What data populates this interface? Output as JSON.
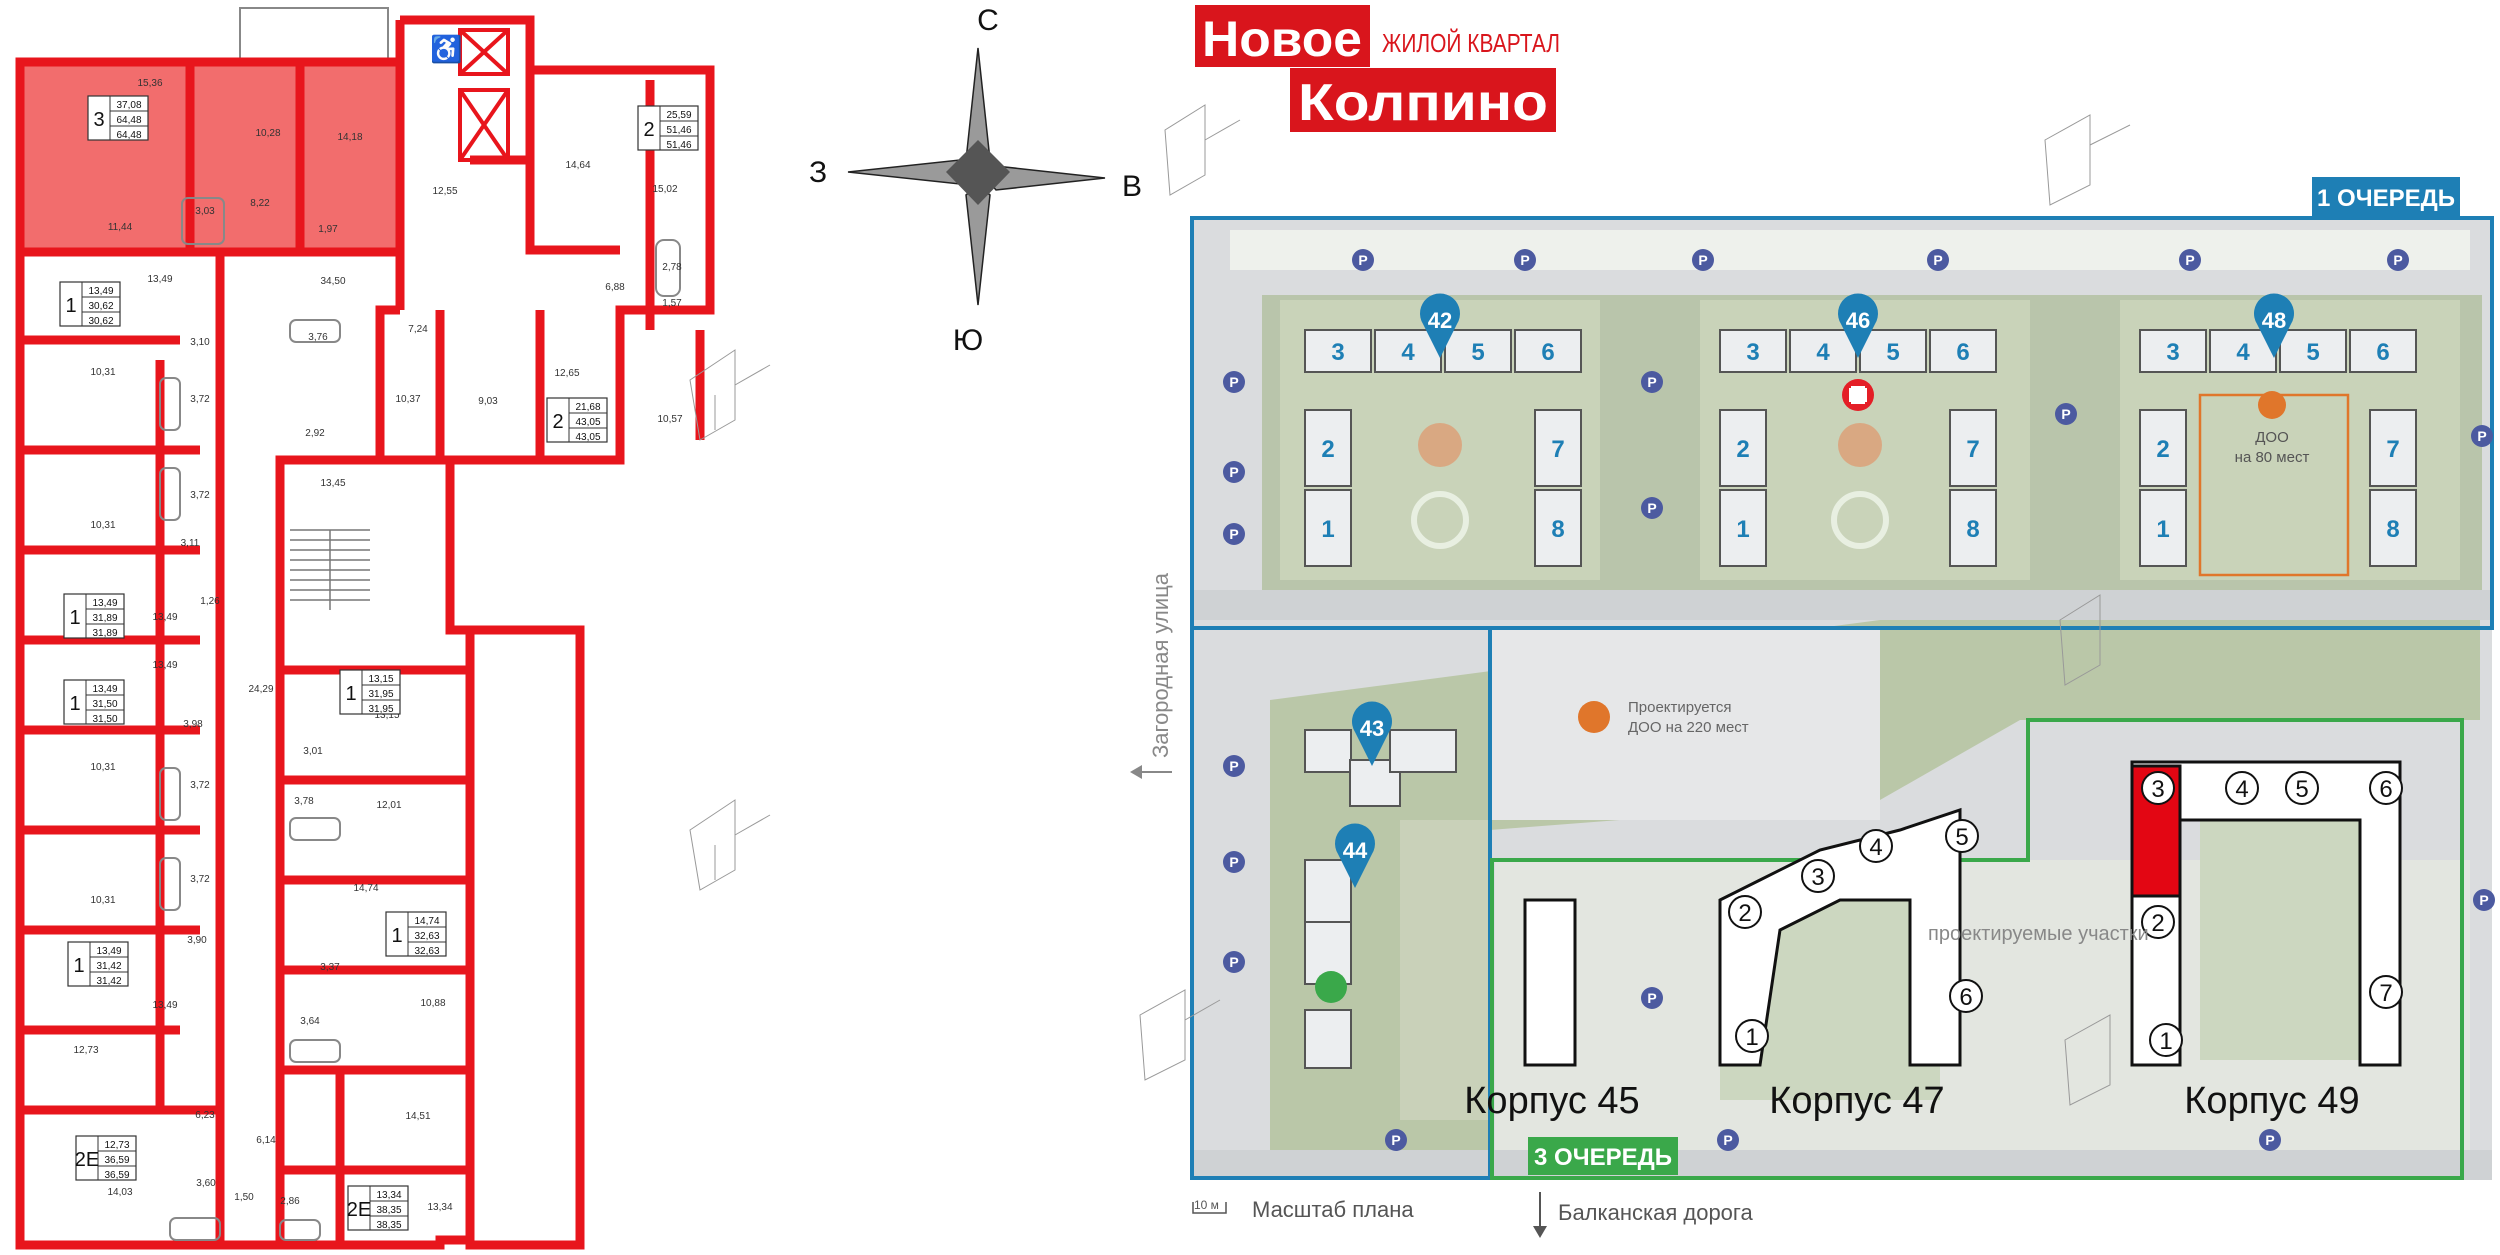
{
  "brand": {
    "line1": "Новое",
    "line2": "Колпино",
    "tagline": "ЖИЛОЙ КВАРТАЛ",
    "color": "#d9151c"
  },
  "compass": {
    "n": "С",
    "s": "Ю",
    "w": "З",
    "e": "В"
  },
  "floorplan": {
    "wall_color": "#e8151c",
    "highlight_color": "#f26d6d",
    "areas": {
      "hl_a": "15,36",
      "hl_b": "10,28",
      "hl_c": "14,18",
      "hl_d": "11,44",
      "hl_e": "3,03",
      "hl_f": "8,22",
      "hl_g": "1,97",
      "r1": "12,55",
      "r2": "14,64",
      "r3": "15,02",
      "r4": "2,78",
      "r5": "1,57",
      "r6": "6,88",
      "r7": "13,49",
      "r8": "34,50",
      "r9": "3,10",
      "r10": "3,76",
      "r11": "7,24",
      "r12": "12,65",
      "r13": "10,31",
      "r14": "3,72",
      "r15": "10,37",
      "r16": "9,03",
      "r17": "10,57",
      "r18": "2,92",
      "r19": "10,31",
      "r20": "3,72",
      "r21": "13,45",
      "r22": "3,11",
      "r23": "1,26",
      "r24": "13,49",
      "r25": "13,49",
      "r26": "24,29",
      "r27": "13,15",
      "r28": "3,98",
      "r29": "10,31",
      "r30": "3,01",
      "r31": "3,72",
      "r32": "3,78",
      "r33": "12,01",
      "r34": "10,31",
      "r35": "3,72",
      "r36": "14,74",
      "r37": "3,90",
      "r38": "13,49",
      "r39": "3,37",
      "r40": "10,88",
      "r41": "12,73",
      "r42": "3,64",
      "r43": "6,23",
      "r44": "6,14",
      "r45": "14,51",
      "r46": "14,03",
      "r47": "3,60",
      "r48": "1,50",
      "r49": "2,86",
      "r50": "13,34"
    },
    "apartments": [
      {
        "rooms": "3",
        "a": "37,08",
        "b": "64,48",
        "c": "64,48"
      },
      {
        "rooms": "2",
        "a": "25,59",
        "b": "51,46",
        "c": "51,46"
      },
      {
        "rooms": "1",
        "a": "13,49",
        "b": "30,62",
        "c": "30,62"
      },
      {
        "rooms": "2",
        "a": "21,68",
        "b": "43,05",
        "c": "43,05"
      },
      {
        "rooms": "1",
        "a": "13,49",
        "b": "31,89",
        "c": "31,89"
      },
      {
        "rooms": "1",
        "a": "13,49",
        "b": "31,50",
        "c": "31,50"
      },
      {
        "rooms": "1",
        "a": "13,15",
        "b": "31,95",
        "c": "31,95"
      },
      {
        "rooms": "1",
        "a": "14,74",
        "b": "32,63",
        "c": "32,63"
      },
      {
        "rooms": "1",
        "a": "13,49",
        "b": "31,42",
        "c": "31,42"
      },
      {
        "rooms": "2Е",
        "a": "12,73",
        "b": "36,59",
        "c": "36,59"
      },
      {
        "rooms": "2Е",
        "a": "13,34",
        "b": "38,35",
        "c": "38,35"
      }
    ]
  },
  "siteplan": {
    "queue1": "1 ОЧЕРЕДЬ",
    "queue3": "3 ОЧЕРЕДЬ",
    "queue1_color": "#1e7fb5",
    "queue3_color": "#3aa84a",
    "street_left": "Загородная улица",
    "road_bottom": "Балканская дорога",
    "scale_label": "Масштаб плана",
    "scale_value": "10 м",
    "kindergarten1": "ДОО",
    "kindergarten1_b": "на 80 мест",
    "kindergarten2_a": "Проектируется",
    "kindergarten2_b": "ДОО на 220 мест",
    "planned_area": "проектируемые участки",
    "parking": "P",
    "building_pins": [
      "42",
      "46",
      "48",
      "43",
      "44"
    ],
    "building_names": [
      "Корпус 45",
      "Корпус 47",
      "Корпус 49"
    ],
    "sections": [
      "1",
      "2",
      "3",
      "4",
      "5",
      "6",
      "7",
      "8"
    ]
  }
}
